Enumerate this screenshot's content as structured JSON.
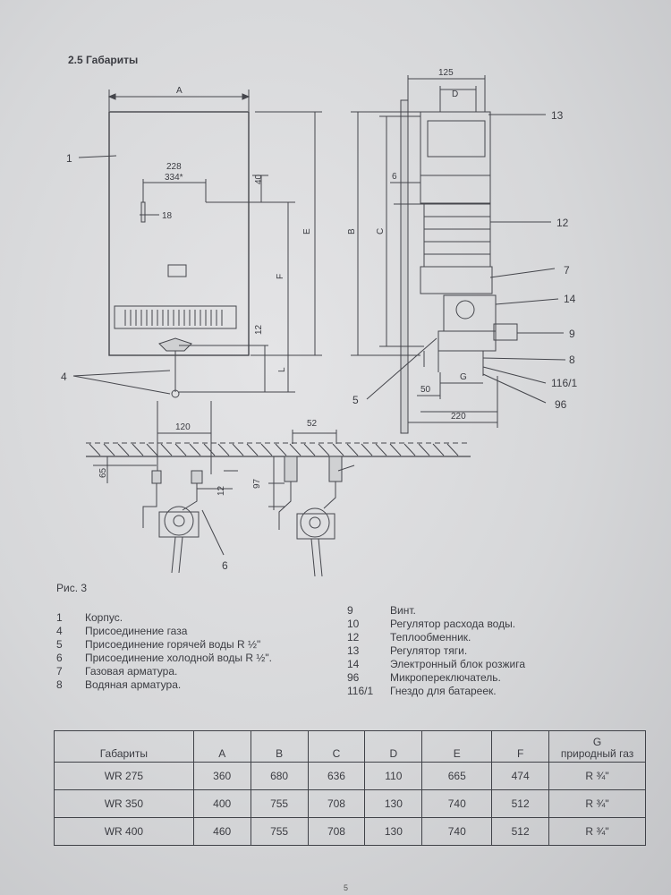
{
  "section": {
    "title": "2.5 Габариты"
  },
  "drawing": {
    "front": {
      "dim_A": "A",
      "dim_228": "228",
      "dim_334": "334*",
      "dim_18": "18",
      "dim_40": "40",
      "dim_E": "E",
      "dim_F": "F",
      "dim_12": "12",
      "dim_L": "L",
      "dim_120": "120",
      "callout_1": "1",
      "callout_4": "4"
    },
    "side": {
      "dim_125": "125",
      "dim_D": "D",
      "dim_B": "B",
      "dim_C": "C",
      "dim_6": "6",
      "dim_50": "50",
      "dim_G": "G",
      "dim_220": "220",
      "callout_13": "13",
      "callout_12": "12",
      "callout_7": "7",
      "callout_14": "14",
      "callout_9": "9",
      "callout_8": "8",
      "callout_116": "116/1",
      "callout_96": "96",
      "callout_5": "5"
    },
    "piping": {
      "dim_65": "65",
      "dim_12": "12",
      "dim_97": "97",
      "dim_52": "52",
      "callout_6": "6"
    }
  },
  "figure_caption": "Рис. 3",
  "legend_left": [
    {
      "num": "1",
      "text": "Корпус."
    },
    {
      "num": "4",
      "text": "Присоединение газа"
    },
    {
      "num": "5",
      "text": "Присоединение горячей воды R ½\""
    },
    {
      "num": "6",
      "text": "Присоединение холодной воды R ½\"."
    },
    {
      "num": "7",
      "text": "Газовая арматура."
    },
    {
      "num": "8",
      "text": "Водяная арматура."
    }
  ],
  "legend_right": [
    {
      "num": "9",
      "text": "Винт."
    },
    {
      "num": "10",
      "text": "Регулятор расхода воды."
    },
    {
      "num": "12",
      "text": "Теплообменник."
    },
    {
      "num": "13",
      "text": "Регулятор тяги."
    },
    {
      "num": "14",
      "text": "Электронный блок розжига"
    },
    {
      "num": "96",
      "text": "Микропереключатель."
    },
    {
      "num": "116/1",
      "text": "Гнездо для батареек."
    }
  ],
  "table": {
    "headers": {
      "name": "Габариты",
      "A": "A",
      "B": "B",
      "C": "C",
      "D": "D",
      "E": "E",
      "F": "F",
      "G_line1": "G",
      "G_line2": "природный газ"
    },
    "rows": [
      {
        "name": "WR 275",
        "A": "360",
        "B": "680",
        "C": "636",
        "D": "110",
        "E": "665",
        "F": "474",
        "G": "R ¾\""
      },
      {
        "name": "WR 350",
        "A": "400",
        "B": "755",
        "C": "708",
        "D": "130",
        "E": "740",
        "F": "512",
        "G": "R ¾\""
      },
      {
        "name": "WR 400",
        "A": "460",
        "B": "755",
        "C": "708",
        "D": "130",
        "E": "740",
        "F": "512",
        "G": "R ¾\""
      }
    ]
  },
  "page_number": "5"
}
